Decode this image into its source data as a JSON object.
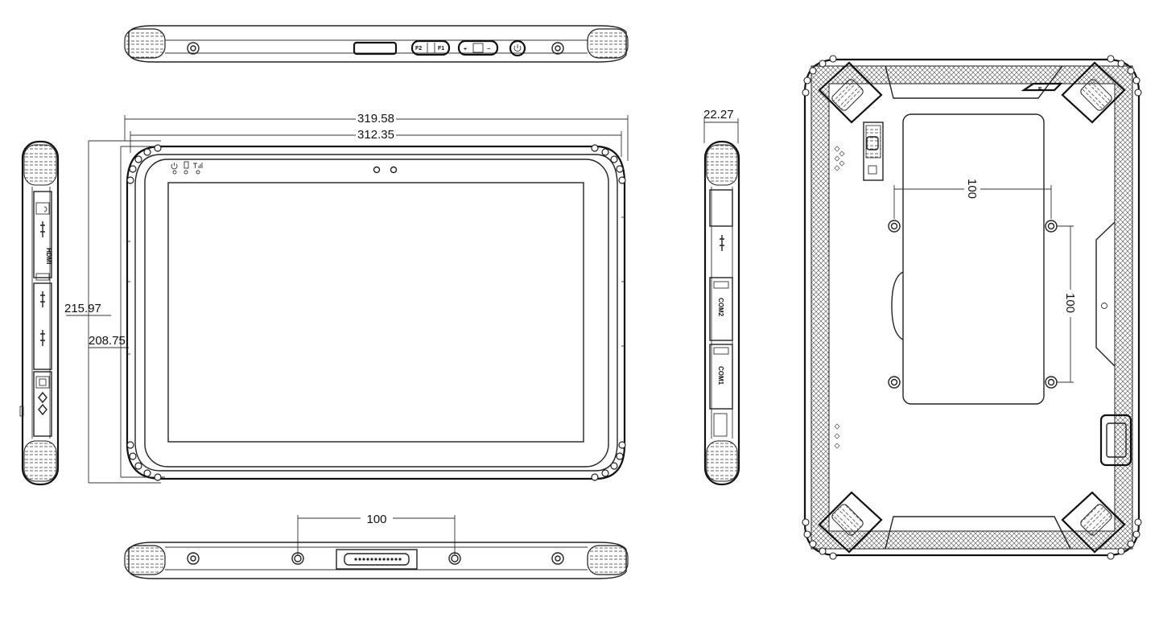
{
  "dimensions": {
    "overall_width": "319.58",
    "screen_width": "312.35",
    "overall_height": "215.97",
    "screen_height": "208.75",
    "thickness": "22.27",
    "bottom_mount_spacing": "100",
    "rear_vesa_horizontal": "100",
    "rear_vesa_vertical": "100"
  },
  "buttons": {
    "f2": "F2",
    "f1": "F1",
    "plus": "+",
    "minus": "−",
    "f_key": "F"
  },
  "ports": {
    "com2": "COM2",
    "com1": "COM1",
    "hdmi": "HDMI"
  },
  "icons": [
    "power-icon",
    "battery-icon",
    "signal-icon",
    "usb-icon",
    "ethernet-icon",
    "audio-icon"
  ],
  "colors": {
    "line": "#222222",
    "background": "#ffffff",
    "hatch": "#555555"
  }
}
